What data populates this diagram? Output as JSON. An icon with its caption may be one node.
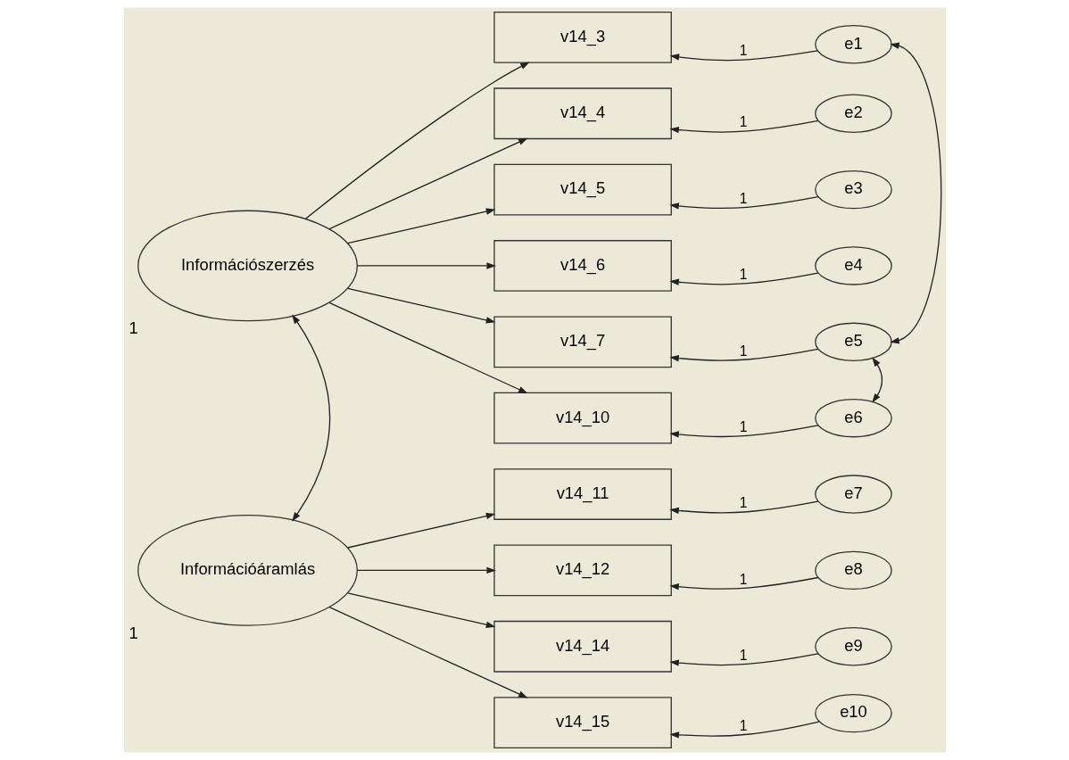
{
  "diagram": {
    "nodes": [
      {
        "text": [
          "Információszerzés"
        ],
        "beside": [
          "1"
        ]
      },
      {
        "text": [
          "Információáramlás"
        ],
        "beside": [
          "1"
        ]
      },
      {
        "text": [
          "v14_3"
        ]
      },
      {
        "text": [
          "v14_4"
        ]
      },
      {
        "text": [
          "v14_5"
        ]
      },
      {
        "text": [
          "v14_6"
        ]
      },
      {
        "text": [
          "v14_7"
        ]
      },
      {
        "text": [
          "v14_10"
        ]
      },
      {
        "text": [
          "v14_11"
        ]
      },
      {
        "text": [
          "v14_12"
        ]
      },
      {
        "text": [
          "v14_14"
        ]
      },
      {
        "text": [
          "v14_15"
        ]
      },
      {
        "text": [
          "e1"
        ]
      },
      {
        "text": [
          "e2"
        ]
      },
      {
        "text": [
          "e3"
        ]
      },
      {
        "text": [
          "e4"
        ]
      },
      {
        "text": [
          "e5"
        ]
      },
      {
        "text": [
          "e6"
        ]
      },
      {
        "text": [
          "e7"
        ]
      },
      {
        "text": [
          "e8"
        ]
      },
      {
        "text": [
          "e9"
        ]
      },
      {
        "text": [
          "e10"
        ]
      }
    ],
    "edges": [
      {
        "from": 0,
        "to": 2,
        "arrow": "to"
      },
      {
        "from": 0,
        "to": 3,
        "arrow": "to"
      },
      {
        "from": 0,
        "to": 4,
        "arrow": "to"
      },
      {
        "from": 0,
        "to": 5,
        "arrow": "to"
      },
      {
        "from": 0,
        "to": 6,
        "arrow": "to"
      },
      {
        "from": 0,
        "to": 7,
        "arrow": "to"
      },
      {
        "from": 1,
        "to": 8,
        "arrow": "to"
      },
      {
        "from": 1,
        "to": 9,
        "arrow": "to"
      },
      {
        "from": 1,
        "to": 10,
        "arrow": "to"
      },
      {
        "from": 1,
        "to": 11,
        "arrow": "to"
      },
      {
        "from": 12,
        "to": 2,
        "arrow": "to",
        "label": "1"
      },
      {
        "from": 13,
        "to": 3,
        "arrow": "to",
        "label": "1"
      },
      {
        "from": 14,
        "to": 4,
        "arrow": "to",
        "label": "1"
      },
      {
        "from": 15,
        "to": 5,
        "arrow": "to",
        "label": "1"
      },
      {
        "from": 16,
        "to": 6,
        "arrow": "to",
        "label": "1"
      },
      {
        "from": 17,
        "to": 7,
        "arrow": "to",
        "label": "1"
      },
      {
        "from": 18,
        "to": 8,
        "arrow": "to",
        "label": "1"
      },
      {
        "from": 19,
        "to": 9,
        "arrow": "to",
        "label": "1"
      },
      {
        "from": 20,
        "to": 10,
        "arrow": "to",
        "label": "1"
      },
      {
        "from": 21,
        "to": 11,
        "arrow": "to",
        "label": "1"
      },
      {
        "from": 0,
        "to": 1,
        "arrow": "both"
      },
      {
        "from": 12,
        "to": 16,
        "arrow": "both"
      },
      {
        "from": 16,
        "to": 17,
        "arrow": "both"
      }
    ]
  }
}
